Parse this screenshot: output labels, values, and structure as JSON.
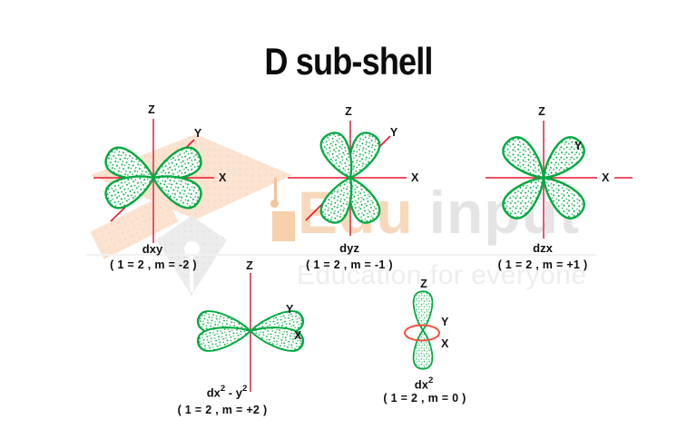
{
  "title": "D sub-shell",
  "watermark": {
    "brand_first": "Edu",
    "brand_second": "input",
    "tagline": "Education for everyone"
  },
  "colors": {
    "lobe_green": "#00a93f",
    "axis_red": "#e8192e",
    "axis_crimson": "#d84a63",
    "ring_red": "#f0503c",
    "title_black": "#0c0c0c",
    "watermark_peach": "#fbe3d1",
    "watermark_gray": "#ececec"
  },
  "orbitals": [
    {
      "id": "dxy",
      "name": "dxy",
      "formula": "( 1 = 2 , m = -2 )",
      "axis": {
        "z": "Z",
        "x": "X",
        "y": "Y"
      }
    },
    {
      "id": "dyz",
      "name": "dyz",
      "formula": "( 1 = 2 , m = -1 )",
      "axis": {
        "z": "Z",
        "x": "X",
        "y": "Y"
      }
    },
    {
      "id": "dzx",
      "name": "dzx",
      "formula": "( 1 = 2 , m = +1 )",
      "axis": {
        "z": "Z",
        "x": "X",
        "y": "Y"
      }
    },
    {
      "id": "dx2-y2",
      "name_base": "dx",
      "name_sup1": "2",
      "name_mid": " - y",
      "name_sup2": "2",
      "formula": "( 1 = 2 , m = +2 )",
      "axis": {
        "z": "Z",
        "x": "X",
        "y": "Y"
      }
    },
    {
      "id": "dz2",
      "name_base": "dx",
      "name_sup1": "2",
      "formula": "( 1 = 2 , m = 0 )",
      "axis": {
        "z": "Z",
        "x": "X",
        "y": "Y"
      }
    }
  ]
}
